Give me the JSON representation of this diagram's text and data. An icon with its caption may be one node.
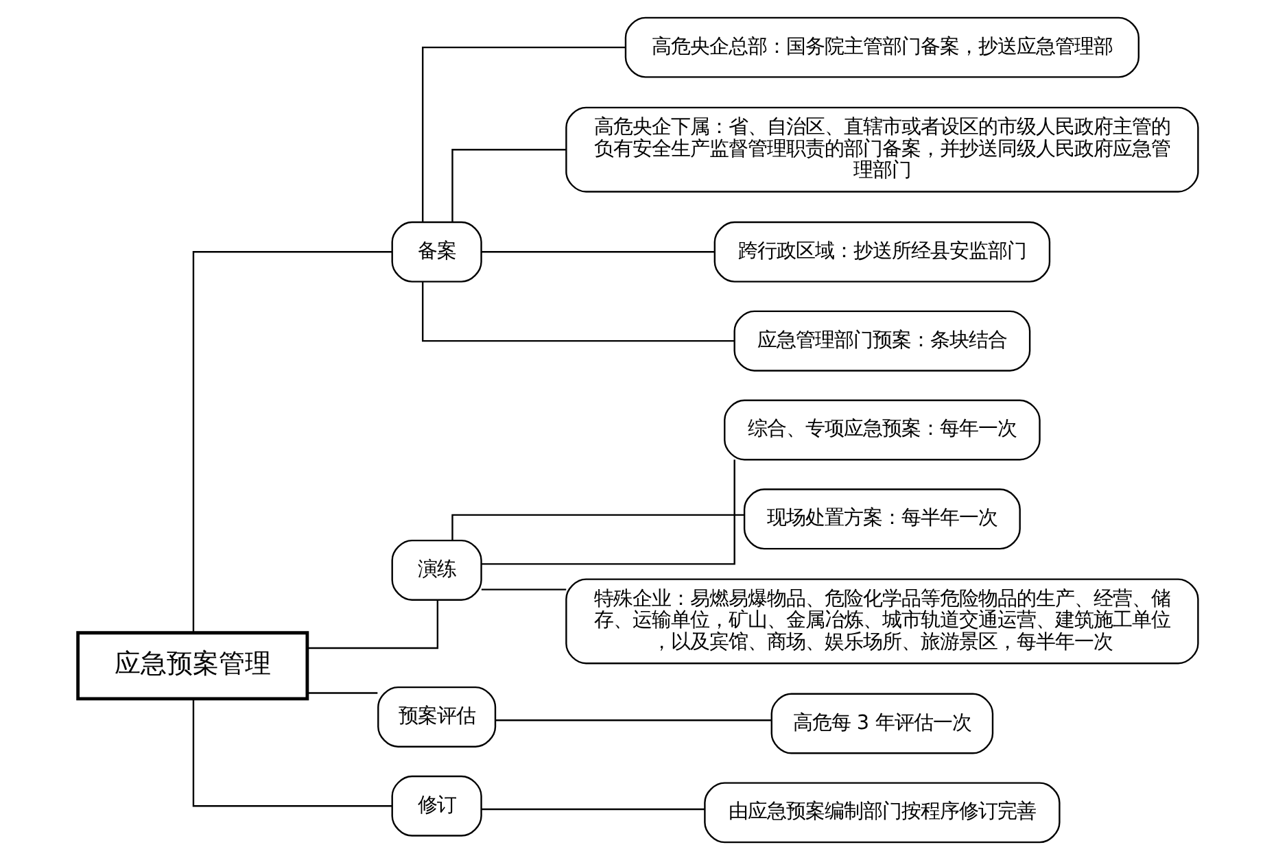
{
  "diagram": {
    "nodes": [
      {
        "text": [
          "应急预案管理"
        ]
      },
      {
        "text": [
          "备案"
        ]
      },
      {
        "text": [
          "高危央企总部：国务院主管部门备案，抄送应急管理部"
        ]
      },
      {
        "text": [
          "高危央企下属：省、自治区、直辖市或者设区的市级人民政府主管的负有安全生产监督管理职责的部门备案，并抄送同级人民政府应急管理部门"
        ]
      },
      {
        "text": [
          "跨行政区域：抄送所经县安监部门"
        ]
      },
      {
        "text": [
          "应急管理部门预案：条块结合"
        ]
      },
      {
        "text": [
          "演练"
        ]
      },
      {
        "text": [
          "综合、专项应急预案：每年一次"
        ]
      },
      {
        "text": [
          "现场处置方案：每半年一次"
        ]
      },
      {
        "text": [
          "特殊企业：易燃易爆物品、危险化学品等危险物品的生产、经营、储存、运输单位，矿山、金属冶炼、城市轨道交通运营、建筑施工单位，以及宾馆、商场、娱乐场所、旅游景区，每半年一次"
        ]
      },
      {
        "text": [
          "预案评估"
        ]
      },
      {
        "text": [
          "高危每 3 年评估一次"
        ]
      },
      {
        "text": [
          "修订"
        ]
      },
      {
        "text": [
          "由应急预案编制部门按程序修订完善"
        ]
      }
    ],
    "edges": [
      {
        "from": 0,
        "to": 1,
        "arrow": "none"
      },
      {
        "from": 0,
        "to": 6,
        "arrow": "none"
      },
      {
        "from": 0,
        "to": 10,
        "arrow": "none"
      },
      {
        "from": 0,
        "to": 12,
        "arrow": "none"
      },
      {
        "from": 1,
        "to": 2,
        "arrow": "none"
      },
      {
        "from": 1,
        "to": 3,
        "arrow": "none"
      },
      {
        "from": 1,
        "to": 4,
        "arrow": "none"
      },
      {
        "from": 1,
        "to": 5,
        "arrow": "none"
      },
      {
        "from": 6,
        "to": 7,
        "arrow": "none"
      },
      {
        "from": 6,
        "to": 8,
        "arrow": "none"
      },
      {
        "from": 6,
        "to": 9,
        "arrow": "none"
      },
      {
        "from": 10,
        "to": 11,
        "arrow": "none"
      },
      {
        "from": 12,
        "to": 13,
        "arrow": "none"
      }
    ]
  }
}
